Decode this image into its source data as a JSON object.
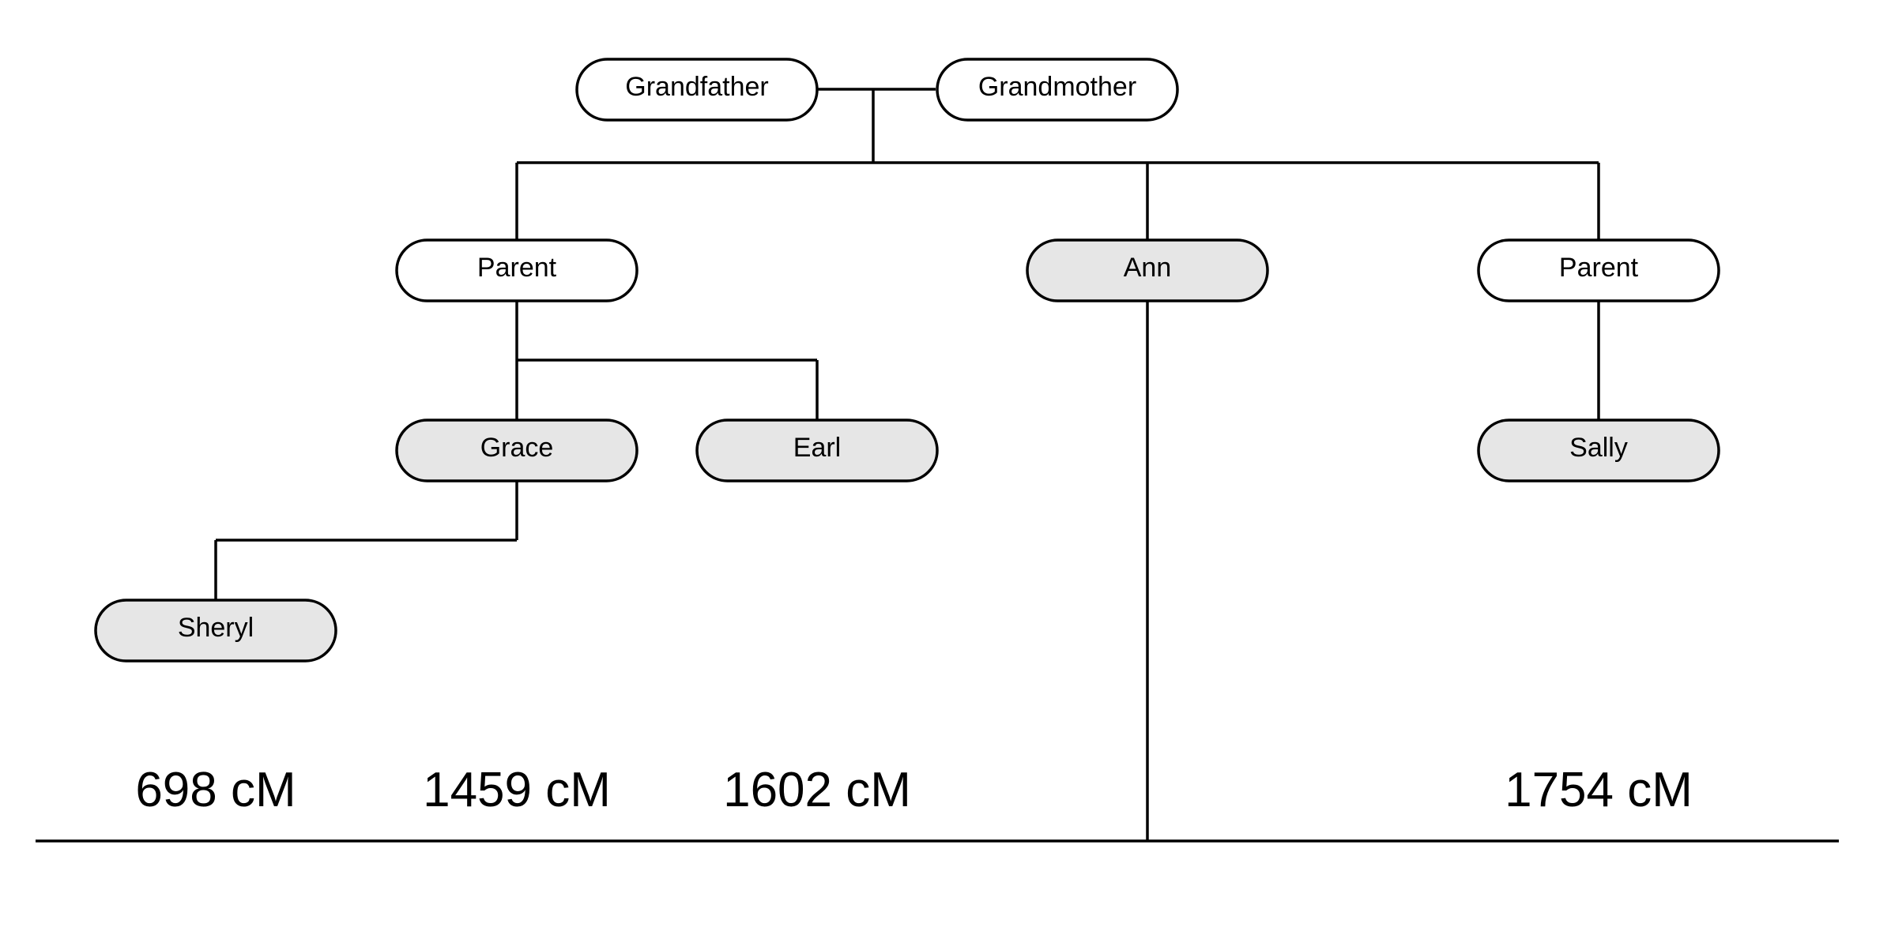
{
  "colors": {
    "unmatched_fill": "#ffffff",
    "match_fill": "#e6e6e6",
    "line": "#000000"
  },
  "nodes": {
    "grandfather": {
      "label": "Grandfather",
      "highlighted": false
    },
    "grandmother": {
      "label": "Grandmother",
      "highlighted": false
    },
    "parent_left": {
      "label": "Parent",
      "highlighted": false
    },
    "ann": {
      "label": "Ann",
      "highlighted": true
    },
    "parent_right": {
      "label": "Parent",
      "highlighted": false
    },
    "grace": {
      "label": "Grace",
      "highlighted": true
    },
    "earl": {
      "label": "Earl",
      "highlighted": true
    },
    "sally": {
      "label": "Sally",
      "highlighted": true
    },
    "sheryl": {
      "label": "Sheryl",
      "highlighted": true
    }
  },
  "shared_cm": {
    "sheryl": "698 cM",
    "grace": "1459 cM",
    "earl": "1602 cM",
    "sally": "1754 cM"
  }
}
